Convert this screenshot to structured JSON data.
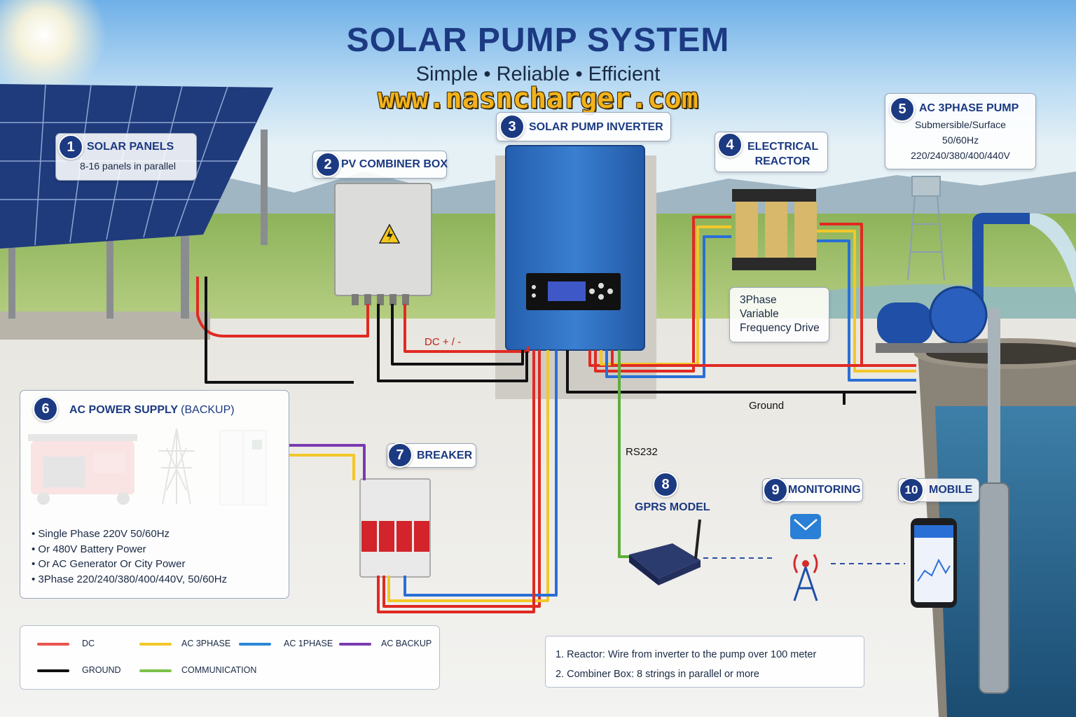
{
  "header": {
    "title": "SOLAR PUMP SYSTEM",
    "subtitle": "Simple • Reliable • Efficient",
    "website": "www.nasncharger.com"
  },
  "components": [
    {
      "number": "1",
      "title": "SOLAR PANELS",
      "detail": "8-16 panels in parallel"
    },
    {
      "number": "2",
      "title": "PV COMBINER BOX"
    },
    {
      "number": "3",
      "title": "SOLAR PUMP INVERTER"
    },
    {
      "number": "4",
      "title": "ELECTRICAL REACTOR"
    },
    {
      "number": "5",
      "title": "AC 3PHASE PUMP",
      "details": [
        "Submersible/Surface",
        "50/60Hz",
        "220/240/380/400/440V"
      ]
    },
    {
      "number": "6",
      "title": "AC POWER SUPPLY",
      "title_suffix": "(BACKUP)"
    },
    {
      "number": "7",
      "title": "BREAKER"
    },
    {
      "number": "8",
      "title": "GPRS MODEL"
    },
    {
      "number": "9",
      "title": "MONITORING"
    },
    {
      "number": "10",
      "title": "MOBILE"
    }
  ],
  "vfd_label": [
    "3Phase",
    "Variable",
    "Frequency Drive"
  ],
  "wire_labels": {
    "dc": "DC + / -",
    "ground": "Ground",
    "rs232": "RS232"
  },
  "power_supply_bullets": [
    "Single Phase 220V 50/60Hz",
    "Or 480V Battery Power",
    "Or AC Generator Or City Power",
    "3Phase 220/240/380/400/440V, 50/60Hz"
  ],
  "legend": [
    {
      "label": "DC",
      "color": "#e8544f"
    },
    {
      "label": "AC 3PHASE",
      "color": "#f2c72a"
    },
    {
      "label": "AC 1PHASE",
      "color": "#2a86d6"
    },
    {
      "label": "AC BACKUP",
      "color": "#7a3bb0"
    },
    {
      "label": "GROUND",
      "color": "#111111"
    },
    {
      "label": "COMMUNICATION",
      "color": "#7cc24a"
    }
  ],
  "notes": [
    "1.   Reactor:  Wire from inverter to the pump over 100 meter",
    "2.   Combiner Box: 8 strings in parallel or more"
  ],
  "colors": {
    "accent": "#1c3a82",
    "inverter": "#2e6fc0",
    "dc": "#e02a22",
    "ac3": "#f2c72a",
    "ac1": "#2a6fd6",
    "backup": "#7a3bb0",
    "ground": "#111111",
    "comm": "#5fae3a"
  }
}
